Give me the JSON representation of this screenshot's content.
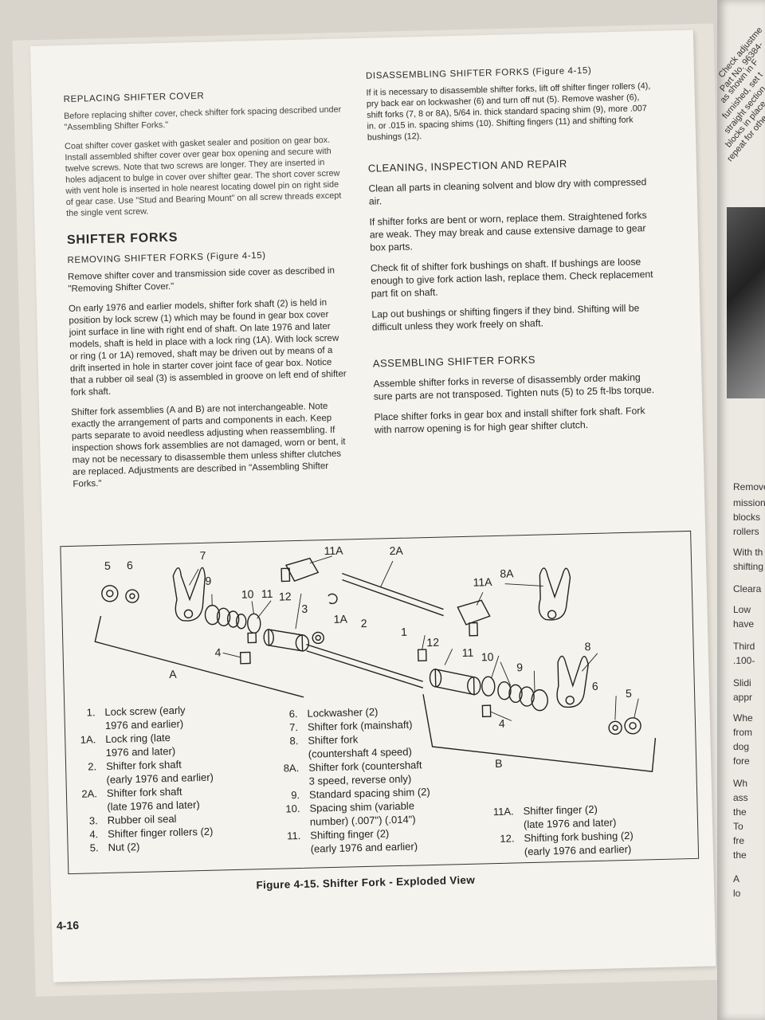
{
  "left_column": {
    "replacing_cover_heading": "REPLACING SHIFTER COVER",
    "replacing_cover_p1": "Before replacing shifter cover, check shifter fork spacing described under \"Assembling Shifter Forks.\"",
    "replacing_cover_p2": "Coat shifter cover gasket with gasket sealer and position on gear box. Install assembled shifter cover over gear box opening and secure with twelve screws. Note that two screws are longer. They are inserted in holes adjacent to bulge in cover over shifter gear. The short cover screw with vent hole is inserted in hole nearest locating dowel pin on right side of gear case. Use \"Stud and Bearing Mount\" on all screw threads except the single vent screw.",
    "section_title": "SHIFTER FORKS",
    "removing_heading": "REMOVING SHIFTER FORKS (Figure 4-15)",
    "removing_p1": "Remove shifter cover and transmission side cover as described in \"Removing Shifter Cover.\"",
    "removing_p2": "On early 1976 and earlier models, shifter fork shaft (2) is held in position by lock screw (1) which may be found in gear box cover joint surface in line with right end of shaft. On late 1976 and later models, shaft is held in place with a lock ring (1A). With lock screw or ring (1 or 1A) removed, shaft may be driven out by means of a drift inserted in hole in starter cover joint face of gear box. Notice that a rubber oil seal (3) is assembled in groove on left end of shifter fork shaft.",
    "removing_p3": "Shifter fork assemblies (A and B) are not interchangeable. Note exactly the arrangement of parts and components in each. Keep parts separate to avoid needless adjusting when reassembling. If inspection shows fork assemblies are not damaged, worn or bent, it may not be necessary to disassemble them unless shifter clutches are replaced. Adjustments are described in \"Assembling Shifter Forks.\""
  },
  "right_column": {
    "disassembling_heading": "DISASSEMBLING SHIFTER FORKS (Figure 4-15)",
    "disassembling_p1": "If it is necessary to disassemble shifter forks, lift off shifter finger rollers (4), pry back ear on lockwasher (6) and turn off nut (5). Remove washer (6), shift forks (7, 8 or 8A), 5/64 in. thick standard spacing shim (9), more .007 in. or .015 in. spacing shims (10). Shifting fingers (11) and shifting fork bushings (12).",
    "cleaning_heading": "CLEANING, INSPECTION AND REPAIR",
    "cleaning_p1": "Clean all parts in cleaning solvent and blow dry with compressed air.",
    "cleaning_p2": "If shifter forks are bent or worn, replace them. Straightened forks are weak. They may break and cause extensive damage to gear box parts.",
    "cleaning_p3": "Check fit of shifter fork bushings on shaft. If bushings are loose enough to give fork action lash, replace them. Check replacement part fit on shaft.",
    "cleaning_p4": "Lap out bushings or shifting fingers if they bind. Shifting will be difficult unless they work freely on shaft.",
    "assembling_heading": "ASSEMBLING SHIFTER FORKS",
    "assembling_p1": "Assemble shifter forks in reverse of disassembly order making sure parts are not transposed. Tighten nuts (5) to 25 ft-lbs torque.",
    "assembling_p2": "Place shifter forks in gear box and install shifter fork shaft. Fork with narrow opening is for high gear shifter clutch."
  },
  "figure": {
    "callouts": {
      "c5a": "5",
      "c6a": "6",
      "c7": "7",
      "c9a": "9",
      "c10a": "10",
      "c11": "11",
      "c12a": "12",
      "c3": "3",
      "c11A": "11A",
      "c2A": "2A",
      "c1A": "1A",
      "c2": "2",
      "c4a": "4",
      "cA": "A",
      "c11A_b": "11A",
      "c8A": "8A",
      "c1": "1",
      "c12b": "12",
      "c11b": "11",
      "c10b": "10",
      "c9b": "9",
      "c8": "8",
      "c6b": "6",
      "c5b": "5",
      "c4b": "4",
      "cB": "B"
    },
    "legend_col1": [
      {
        "num": "1.",
        "text": "Lock screw (early\n1976 and earlier)"
      },
      {
        "num": "1A.",
        "text": "Lock ring (late\n1976 and later)"
      },
      {
        "num": "2.",
        "text": "Shifter fork shaft\n(early 1976 and earlier)"
      },
      {
        "num": "2A.",
        "text": "Shifter fork shaft\n(late 1976 and later)"
      },
      {
        "num": "3.",
        "text": "Rubber oil seal"
      },
      {
        "num": "4.",
        "text": "Shifter finger rollers (2)"
      },
      {
        "num": "5.",
        "text": "Nut (2)"
      }
    ],
    "legend_col2": [
      {
        "num": "6.",
        "text": "Lockwasher (2)"
      },
      {
        "num": "7.",
        "text": "Shifter fork (mainshaft)"
      },
      {
        "num": "8.",
        "text": "Shifter fork\n(countershaft 4 speed)"
      },
      {
        "num": "8A.",
        "text": "Shifter fork (countershaft\n3 speed, reverse only)"
      },
      {
        "num": "9.",
        "text": "Standard spacing shim (2)"
      },
      {
        "num": "10.",
        "text": "Spacing shim (variable\nnumber) (.007\") (.014\")"
      },
      {
        "num": "11.",
        "text": "Shifting finger (2)\n(early 1976 and earlier)"
      }
    ],
    "legend_col3": [
      {
        "num": "11A.",
        "text": "Shifter finger (2)\n(late 1976 and later)"
      },
      {
        "num": "12.",
        "text": "Shifting fork bushing (2)\n(early 1976 and earlier)"
      }
    ],
    "caption": "Figure 4-15. Shifter Fork - Exploded View"
  },
  "page_number": "4-16",
  "side_page": {
    "lines": [
      "Check adjustme",
      "Part No. 96384-",
      "as shown in F",
      "furnished, set t",
      "straight section",
      "blocks in place",
      "repeat for othe"
    ],
    "bottom_words": [
      "Remove",
      "mission",
      "blocks",
      "rollers",
      "With th",
      "shifting",
      "Cleara",
      "Low",
      "have",
      "Third",
      ".100-",
      "Slidi",
      "appr",
      "Whe",
      "from",
      "dog",
      "fore",
      "Wh",
      "ass",
      "the",
      "To",
      "fre",
      "the",
      "A",
      "lo"
    ]
  }
}
